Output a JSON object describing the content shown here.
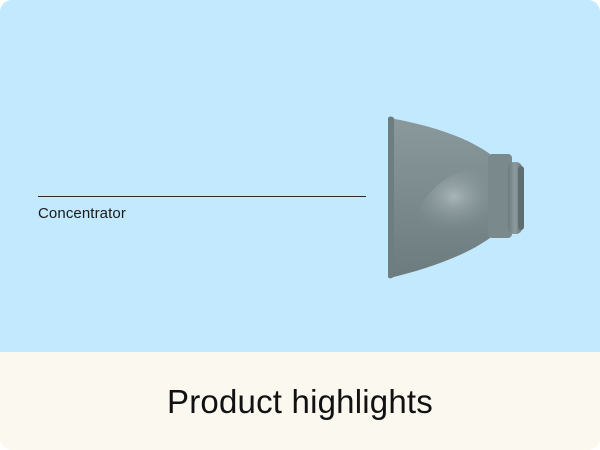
{
  "hero": {
    "background_color": "#c2e9fe",
    "callout_label": "Concentrator",
    "product_image": "concentrator-nozzle-image"
  },
  "footer": {
    "title": "Product highlights"
  },
  "colors": {
    "nozzle": "#7b8b8e",
    "footer_bg": "#fbf8f0"
  }
}
